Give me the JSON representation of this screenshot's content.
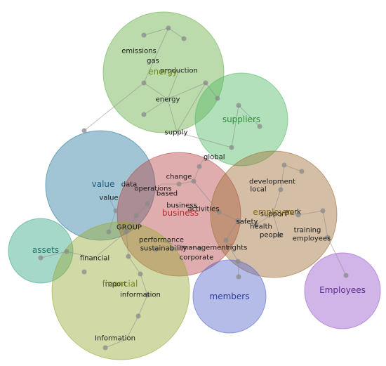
{
  "clusters": [
    {
      "id": "energy",
      "label": "energy",
      "color": "#6bb04a",
      "label_color": "#6a8a1a"
    },
    {
      "id": "suppliers",
      "label": "suppliers",
      "color": "#55bb66",
      "label_color": "#2f8a3a"
    },
    {
      "id": "value",
      "label": "value",
      "color": "#2f7f9f",
      "label_color": "#1f5f7f"
    },
    {
      "id": "business",
      "label": "business",
      "color": "#b84a4a",
      "label_color": "#b03030"
    },
    {
      "id": "employee",
      "label": "employee",
      "color": "#a0703a",
      "label_color": "#8a6a10"
    },
    {
      "id": "assets",
      "label": "assets",
      "color": "#3aa88a",
      "label_color": "#1f7a6a"
    },
    {
      "id": "financial",
      "label": "financial",
      "color": "#9aaa3a",
      "label_color": "#7a8a1a"
    },
    {
      "id": "members",
      "label": "members",
      "color": "#5a6acc",
      "label_color": "#2a3aa0"
    },
    {
      "id": "employees2",
      "label": "Employees",
      "color": "#9a5acc",
      "label_color": "#5a2a8a"
    }
  ],
  "terms": [
    "emissions",
    "gas",
    "production",
    "energy",
    "supply",
    "global",
    "change",
    "data",
    "operations",
    "based",
    "value",
    "business",
    "activities",
    "GROUP",
    "performance",
    "sustainability",
    "management",
    "rights",
    "corporate",
    "financial",
    "report",
    "information",
    "Information",
    "development",
    "local",
    "work",
    "support",
    "safety",
    "health",
    "people",
    "training",
    "employees"
  ]
}
